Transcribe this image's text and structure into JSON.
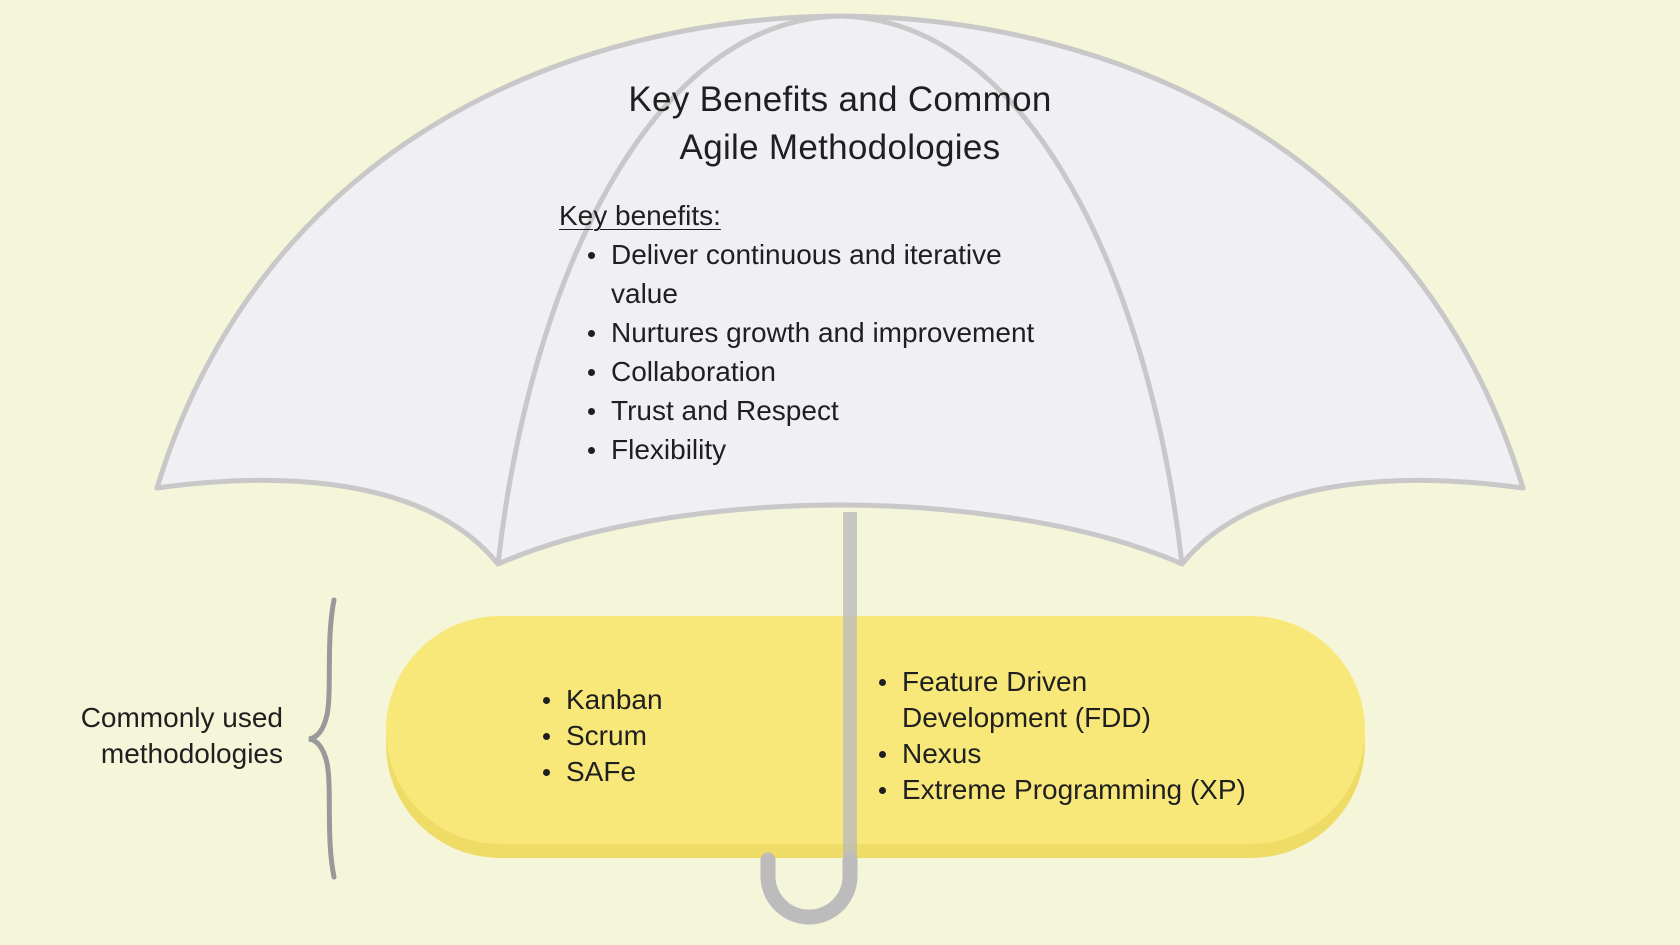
{
  "title": {
    "line1": "Key Benefits and Common",
    "line2": "Agile Methodologies"
  },
  "benefits": {
    "heading": "Key benefits:",
    "items": [
      "Deliver continuous and iterative value",
      "Nurtures growth and improvement",
      "Collaboration",
      "Trust and Respect",
      "Flexibility"
    ]
  },
  "methodologies": {
    "label_line1": "Commonly used",
    "label_line2": "methodologies",
    "left": [
      "Kanban",
      "Scrum",
      "SAFe"
    ],
    "right": [
      "Feature Driven Development (FDD)",
      "Nexus",
      "Extreme Programming (XP)"
    ]
  },
  "colors": {
    "background": "#f5f5da",
    "canopy": "#efeff4",
    "canopy_outline": "#c8c8c8",
    "pill": "#f8e87a",
    "handle": "#bcbcbc"
  }
}
